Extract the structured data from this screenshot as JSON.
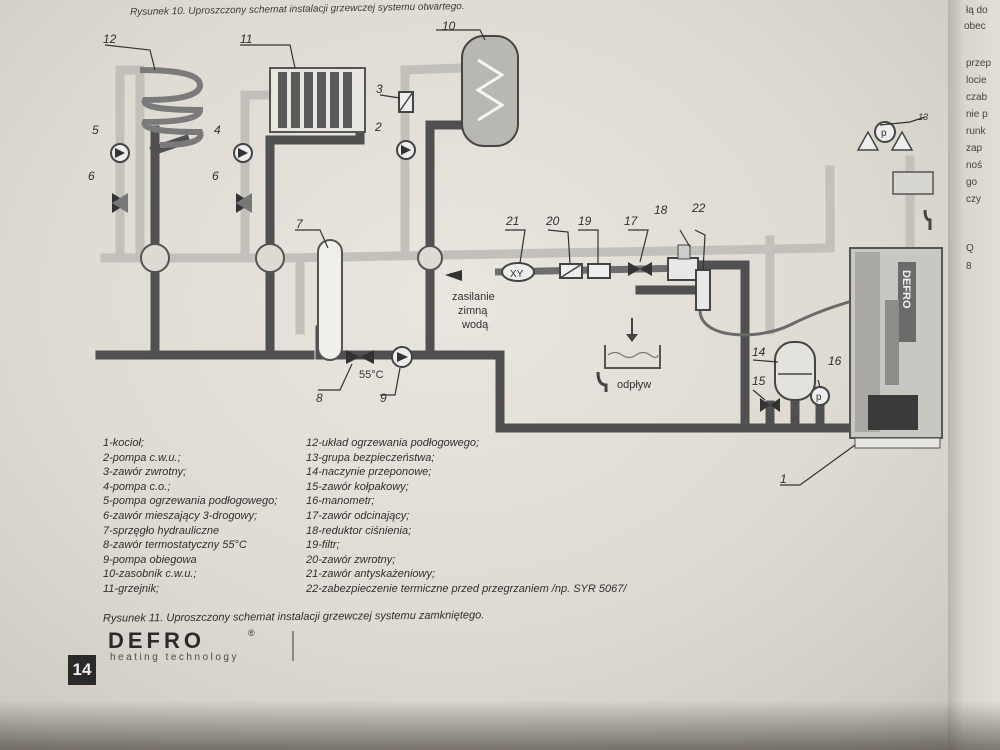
{
  "top_caption": "Rysunek 10. Uproszczony schemat instalacji grzewczej systemu otwartego.",
  "component_numbers": [
    "1",
    "2",
    "3",
    "4",
    "5",
    "6",
    "6",
    "7",
    "8",
    "9",
    "10",
    "11",
    "12",
    "13",
    "14",
    "15",
    "16",
    "17",
    "18",
    "19",
    "20",
    "21",
    "22"
  ],
  "inline_labels": {
    "xy": "XY",
    "temp": "55°C",
    "supply_line1": "zasilanie",
    "supply_line2": "zimną",
    "supply_line3": "wodą",
    "drain": "odpływ",
    "boiler_brand": "DEFRO"
  },
  "legend_left": [
    "1-kocioł;",
    "2-pompa c.w.u.;",
    "3-zawór zwrotny;",
    "4-pompa c.o.;",
    "5-pompa ogrzewania podłogowego;",
    "6-zawór mieszający 3-drogowy;",
    "7-sprzęgło hydrauliczne",
    "8-zawór termostatyczny 55°C",
    "9-pompa obiegowa",
    "10-zasobnik c.w.u.;",
    "11-grzejnik;"
  ],
  "legend_right": [
    "12-układ ogrzewania podłogowego;",
    "13-grupa bezpieczeństwa;",
    "14-naczynie przeponowe;",
    "15-zawór kołpakowy;",
    "16-manometr;",
    "17-zawór odcinający;",
    "18-reduktor ciśnienia;",
    "19-filtr;",
    "20-zawór zwrotny;",
    "21-zawór antyskażeniowy;",
    "22-zabezpieczenie termiczne przed przegrzaniem /np. SYR 5067/"
  ],
  "bottom_caption": "Rysunek 11. Uproszczony schemat instalacji grzewczej systemu zamkniętego.",
  "logo": {
    "name": "DEFRO",
    "reg": "®",
    "tagline": "heating technology"
  },
  "page_number": "14",
  "side_fragments": [
    "łą do",
    "obec",
    "przep",
    "locie",
    "czab",
    "nie p",
    "runk",
    "zap",
    "noś",
    "go",
    "czy",
    "Q",
    "8"
  ]
}
